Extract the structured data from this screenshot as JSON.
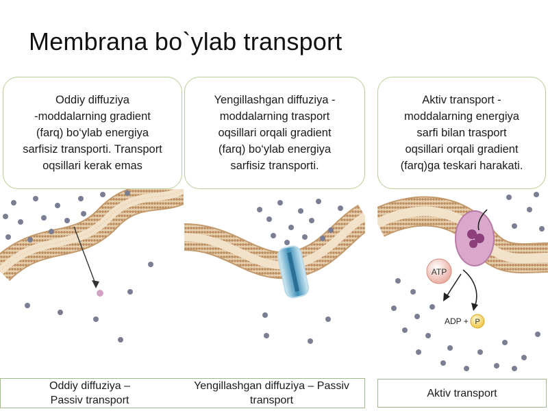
{
  "title": "Membrana bo`ylab transport",
  "cards": [
    {
      "lines": [
        "Oddiy diffuziya",
        "-moddalarning gradient",
        "(farq) bo‘ylab energiya",
        "sarfisiz transporti. Transport",
        "oqsillari kerak emas"
      ]
    },
    {
      "lines": [
        "Yengillashgan diffuziya  -",
        "moddalarning trasport",
        "oqsillari orqali gradient",
        "(farq) bo‘ylab energiya",
        "sarfisiz transporti."
      ]
    },
    {
      "lines": [
        "Aktiv transport -",
        "moddalarning energiya",
        "sarfi bilan trasport",
        "oqsillari orqali gradient",
        "(farq)ga teskari harakati."
      ]
    }
  ],
  "captions": [
    {
      "lines": [
        "Oddiy diffuziya –",
        "Passiv transport"
      ]
    },
    {
      "lines": [
        "Yengillashgan diffuziya – Passiv",
        "transport"
      ]
    },
    {
      "lines": [
        "Aktiv transport"
      ]
    }
  ],
  "labels": {
    "atp": "ATP",
    "adp": "ADP +",
    "p": "P"
  },
  "colors": {
    "membrane_head": "#c49a6c",
    "membrane_tail": "#e9d3b4",
    "molecule": "#7a7e93",
    "card_border": "#b8cf98",
    "channel": "#4fa3c7",
    "pump": "#c98ab8"
  }
}
